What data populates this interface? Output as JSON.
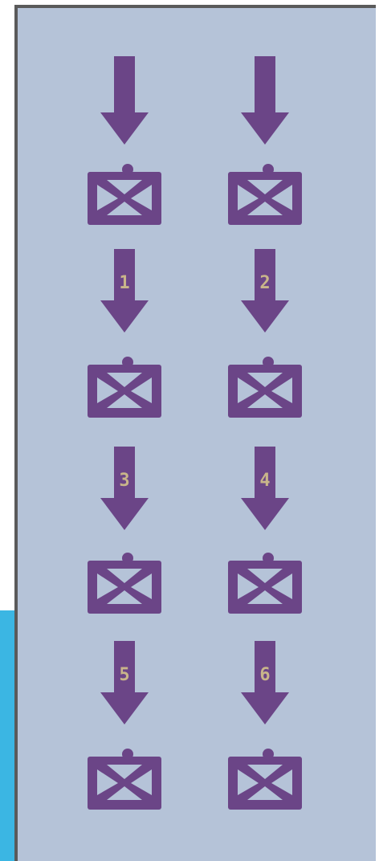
{
  "colors": {
    "background": "#b5c3d8",
    "accent_strip": "#3bb6e3",
    "shape": "#6b4587",
    "label": "#c9b58a"
  },
  "flow": {
    "columns": 2,
    "icons": {
      "arrow": "down-arrow-icon",
      "box": "crossed-box-icon"
    },
    "step_labels": [
      "",
      "",
      "1",
      "2",
      "3",
      "4",
      "5",
      "6"
    ]
  }
}
